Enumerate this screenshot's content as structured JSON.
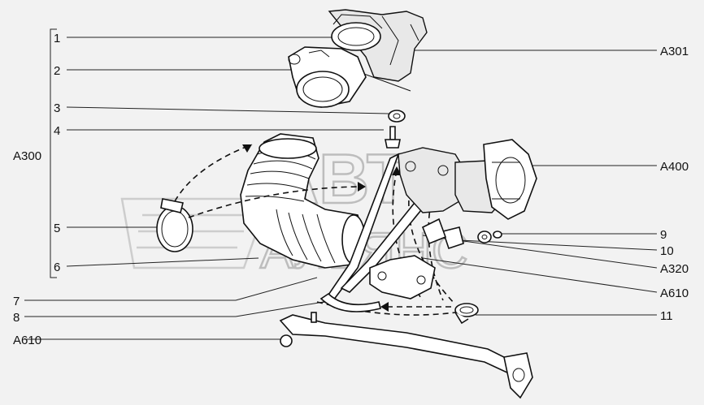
{
  "watermark": {
    "line1": "АВТО",
    "line2": "АЛЬЯНС"
  },
  "labels": {
    "l1": "1",
    "l2": "2",
    "l3": "3",
    "l4": "4",
    "l5": "5",
    "l6": "6",
    "l7": "7",
    "l8": "8",
    "l9": "9",
    "l10": "10",
    "l11": "11",
    "a300": "A300",
    "a301": "A301",
    "a400": "A400",
    "a320": "A320",
    "a610_right": "A610",
    "a610_left": "A610"
  }
}
